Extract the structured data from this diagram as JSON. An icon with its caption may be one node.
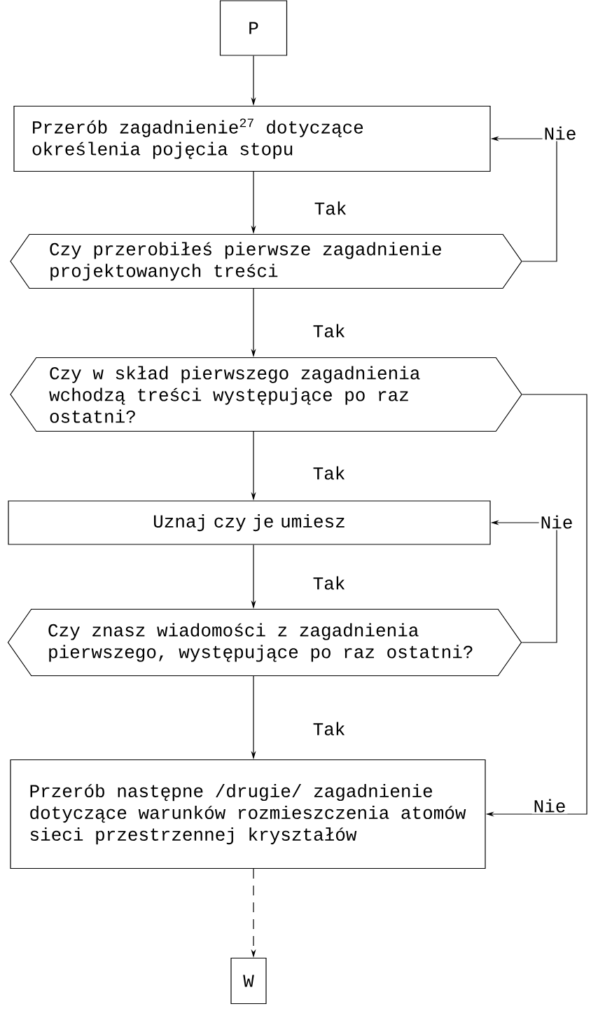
{
  "diagram": {
    "nodes": [
      {
        "text": [
          "P"
        ]
      },
      {
        "text": [
          "Przerób zagadnienie$^{27}$ dotyczące określenia pojęcia stopu"
        ]
      },
      {
        "text": [
          "Czy przerobiłeś pierwsze zagadnienie projektowanych treści"
        ]
      },
      {
        "text": [
          "Czy w skład pierwszego zagadnienia wchodzą treści występujące po raz ostatni?"
        ]
      },
      {
        "text": [
          "Uznaj czy je umiesz"
        ]
      },
      {
        "text": [
          "Czy znasz wiadomości z zagadnienia pierwszego, występujące po raz ostatni?"
        ]
      },
      {
        "text": [
          "Przerób następne /drugie/ zagadnienie dotyczące warunków rozmieszczenia atomów sieci przestrzennej kryształów"
        ]
      },
      {
        "text": [
          "W"
        ]
      }
    ],
    "edges": [
      {
        "from": 0,
        "to": 1,
        "arrow": "to"
      },
      {
        "from": 1,
        "to": 2,
        "arrow": "to",
        "label": "Tak"
      },
      {
        "from": 2,
        "to": 1,
        "arrow": "to",
        "label": "Nie"
      },
      {
        "from": 2,
        "to": 3,
        "arrow": "to",
        "label": "Tak"
      },
      {
        "from": 3,
        "to": 4,
        "arrow": "to",
        "label": "Tak"
      },
      {
        "from": 3,
        "to": 6,
        "arrow": "to",
        "label": "Nie"
      },
      {
        "from": 4,
        "to": 5,
        "arrow": "to",
        "label": "Tak"
      },
      {
        "from": 5,
        "to": 4,
        "arrow": "to",
        "label": "Nie"
      },
      {
        "from": 5,
        "to": 6,
        "arrow": "to",
        "label": "Tak"
      },
      {
        "from": 6,
        "to": 7,
        "arrow": "to",
        "style": "dashed"
      }
    ]
  }
}
